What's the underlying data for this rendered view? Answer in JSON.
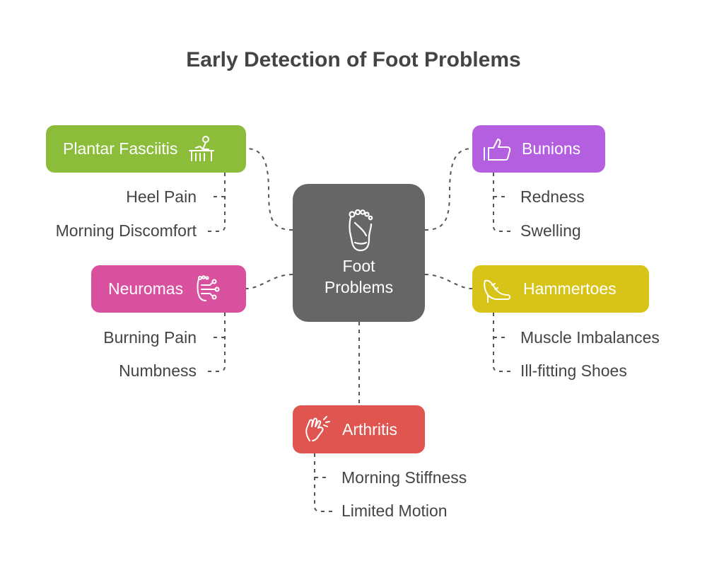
{
  "title": "Early Detection of Foot Problems",
  "center": {
    "line1": "Foot",
    "line2": "Problems",
    "icon": "foot-icon"
  },
  "colors": {
    "plantar": "#8bbd3a",
    "bunions": "#b45ee0",
    "neuromas": "#d9509f",
    "hammertoes": "#d8c418",
    "arthritis": "#e0554f",
    "center": "#666666",
    "text": "#444444"
  },
  "nodes": {
    "plantar": {
      "label": "Plantar Fasciitis",
      "icon": "desk-person-icon",
      "items": [
        "Heel Pain",
        "Morning Discomfort"
      ]
    },
    "bunions": {
      "label": "Bunions",
      "icon": "thumbs-up-icon",
      "items": [
        "Redness",
        "Swelling"
      ]
    },
    "neuromas": {
      "label": "Neuromas",
      "icon": "nerve-icon",
      "items": [
        "Burning Pain",
        "Numbness"
      ]
    },
    "hammertoes": {
      "label": "Hammertoes",
      "icon": "high-heel-icon",
      "items": [
        "Muscle Imbalances",
        "Ill-fitting Shoes"
      ]
    },
    "arthritis": {
      "label": "Arthritis",
      "icon": "hand-pain-icon",
      "items": [
        "Morning Stiffness",
        "Limited Motion"
      ]
    }
  }
}
